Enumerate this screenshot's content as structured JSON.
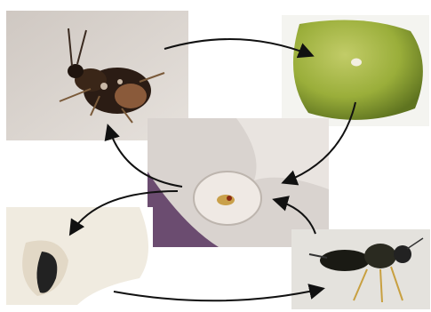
{
  "figure": {
    "panels": [
      {
        "id": "adult",
        "icon": "adult-weevil-photo"
      },
      {
        "id": "seed",
        "icon": "bean-seed-with-egg-photo"
      },
      {
        "id": "larva",
        "icon": "larva-inside-seed-photo"
      },
      {
        "id": "eaten",
        "icon": "damaged-seed-photo"
      },
      {
        "id": "wasp",
        "icon": "parasitoid-wasp-photo"
      }
    ],
    "arrows": [
      {
        "from": "adult",
        "to": "seed"
      },
      {
        "from": "seed",
        "to": "larva"
      },
      {
        "from": "larva",
        "to": "adult"
      },
      {
        "from": "larva",
        "to": "eaten"
      },
      {
        "from": "eaten",
        "to": "wasp"
      },
      {
        "from": "wasp",
        "to": "larva"
      }
    ],
    "colors": {
      "arrow": "#111111",
      "seed_green": "#9aae3a",
      "background": "#ffffff"
    }
  }
}
